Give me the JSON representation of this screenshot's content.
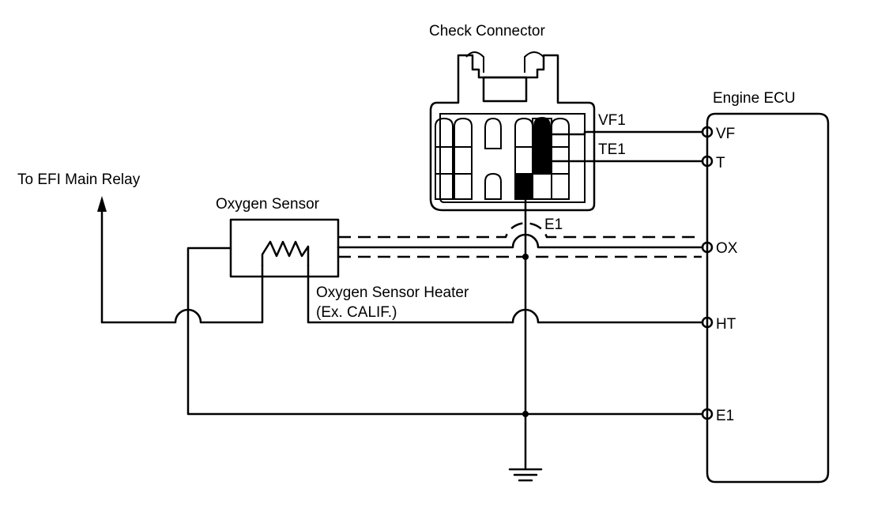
{
  "labels": {
    "check_connector": "Check Connector",
    "engine_ecu": "Engine ECU",
    "to_efi_main_relay": "To EFI Main Relay",
    "oxygen_sensor": "Oxygen Sensor",
    "oxygen_sensor_heater": "Oxygen Sensor Heater",
    "ex_calif": "(Ex. CALIF.)",
    "vf1": "VF1",
    "te1": "TE1",
    "e1_connector": "E1"
  },
  "ecu_pins": {
    "vf": "VF",
    "t": "T",
    "ox": "OX",
    "ht": "HT",
    "e1": "E1"
  },
  "icons": {
    "ground": "ground-symbol-icon",
    "heater": "resistor-zigzag-icon",
    "arrow": "arrow-up-icon"
  }
}
